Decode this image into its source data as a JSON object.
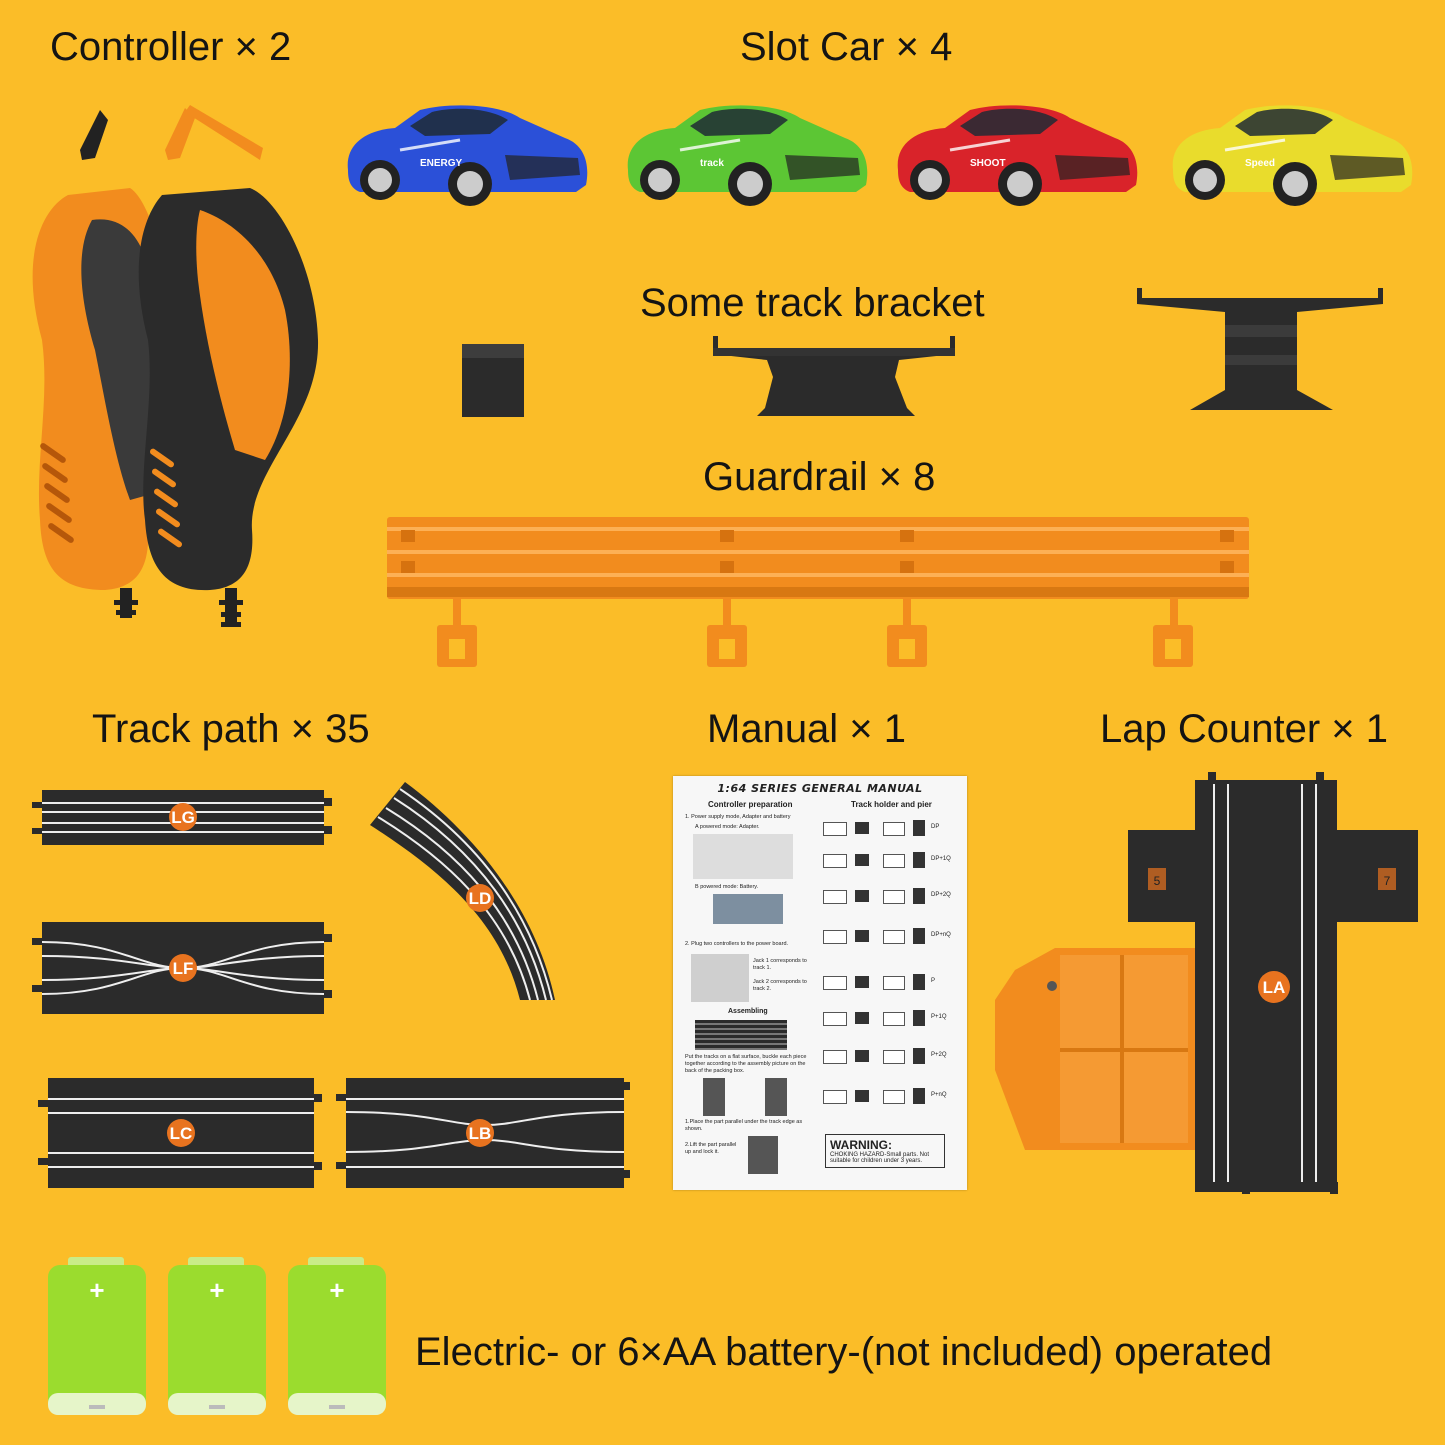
{
  "labels": {
    "controller": "Controller × 2",
    "slot_car": "Slot Car × 4",
    "bracket": "Some track bracket",
    "guardrail": "Guardrail × 8",
    "track_path": "Track path × 35",
    "manual": "Manual × 1",
    "lap_counter": "Lap Counter × 1",
    "battery": "Electric- or 6×AA battery-(not included) operated"
  },
  "track_badges": {
    "lg": "LG",
    "lf": "LF",
    "ld": "LD",
    "lc": "LC",
    "lb": "LB",
    "la": "LA"
  },
  "lap_counter_marks": {
    "left": "5",
    "right": "7"
  },
  "cars": [
    {
      "color": "#2b50d8",
      "decal": "ENERGY"
    },
    {
      "color": "#5cc634",
      "decal": "track"
    },
    {
      "color": "#d9232a",
      "decal": "SHOOT"
    },
    {
      "color": "#e9dc2c",
      "decal": "Speed"
    }
  ],
  "manual": {
    "title": "1:64 SERIES GENERAL MANUAL",
    "heading_left": "Controller preparation",
    "heading_right": "Track holder and pier",
    "step1": "1. Power supply mode, Adapter and battery",
    "step1a": "A powered mode: Adapter.",
    "step1b": "B powered mode: Battery.",
    "step2": "2. Plug two controllers to the power board.",
    "jack1": "Jack 1 corresponds to track 1.",
    "jack2": "Jack 2 corresponds to track 2.",
    "assembling": "Assembling",
    "assemble_text": "Put the tracks on a flat surface, buckle each piece together according to the assembly picture on the back of the packing box.",
    "place_text": "1.Place the part parallel under the track edge as shown.",
    "lift_text": "2.Lift the part parallel up and lock it.",
    "warning_title": "WARNING:",
    "warning_text": "CHOKING HAZARD-Small parts. Not suitable for children under 3 years.",
    "pier_labels": [
      "DP",
      "DP+1Q",
      "DP+2Q",
      "DP+nQ",
      "P",
      "P+1Q",
      "P+2Q",
      "P+nQ"
    ]
  },
  "colors": {
    "background": "#fbbd28",
    "track": "#2b2b2b",
    "orange": "#f28c1e",
    "badge": "#e8731f",
    "battery": "#9bdc2e"
  }
}
